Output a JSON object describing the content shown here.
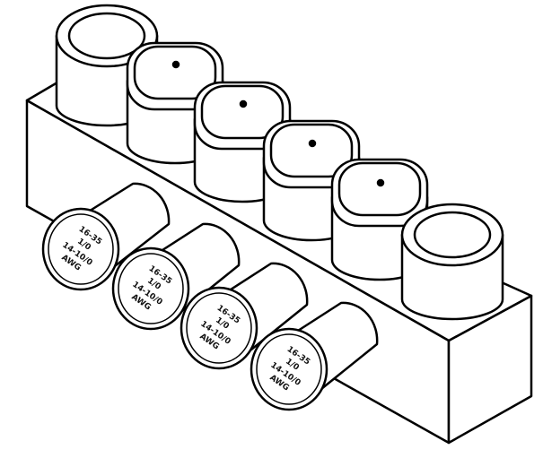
{
  "drawing": {
    "subject": "multi-port insulated connector block (line drawing)",
    "line_color": "#000000",
    "fill_color": "#ffffff",
    "text_color": "#111111",
    "top_ports": {
      "open_end_count": 2,
      "capped_count": 4
    },
    "front_caps": {
      "count": 4,
      "cap_text_lines": [
        "16-35",
        "1/0",
        "14-10/0",
        "AWG"
      ]
    }
  }
}
